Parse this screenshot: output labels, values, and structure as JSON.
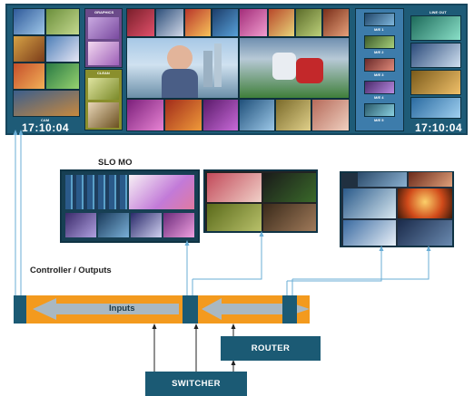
{
  "wall": {
    "clock_left": "17:10:04",
    "clock_right": "17:10:04",
    "label_cam": "CAM",
    "label_graphics": "Graphics",
    "label_clean": "Clean",
    "label_line_out": "LINE OUT",
    "mv_labels": [
      "M/E 1",
      "M/E 2",
      "M/E 3",
      "M/E 4",
      "M/E 5"
    ]
  },
  "labels": {
    "slo_mo": "SLO MO",
    "controller_outputs": "Controller / Outputs",
    "inputs": "Inputs",
    "router": "ROUTER",
    "switcher": "SWITCHER"
  },
  "colors": {
    "bar_orange": "#f39a1e",
    "box_teal": "#1b5a74",
    "line_blue": "#6aaed6",
    "arrow_gray": "#a9b8c2"
  }
}
